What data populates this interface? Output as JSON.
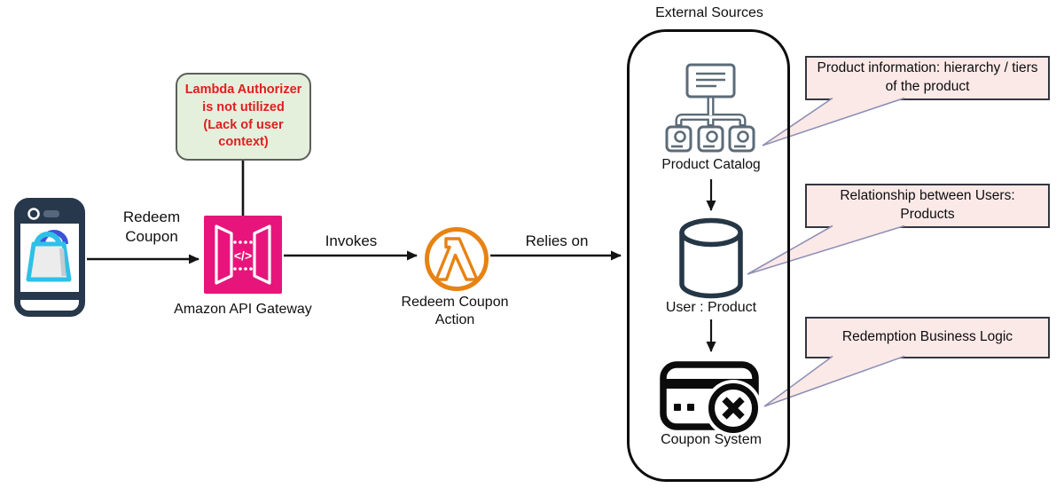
{
  "diagram": {
    "note": {
      "text": "Lambda Authorizer is not utilized (Lack of user context)"
    },
    "nodes": {
      "mobile_app": {
        "icon": "mobile-shopping-app-icon",
        "label": ""
      },
      "api_gateway": {
        "icon": "api-gateway-icon",
        "label": "Amazon API Gateway",
        "color": "#E7157B"
      },
      "lambda": {
        "icon": "lambda-icon",
        "label": "Redeem Coupon Action",
        "color": "#E88212"
      }
    },
    "edges": [
      {
        "label": "Redeem Coupon"
      },
      {
        "label": "Invokes"
      },
      {
        "label": "Relies on"
      }
    ],
    "container": {
      "title": "External Sources",
      "items": [
        {
          "icon": "product-catalog-icon",
          "label": "Product Catalog"
        },
        {
          "icon": "database-icon",
          "label": "User : Product"
        },
        {
          "icon": "coupon-system-icon",
          "label": "Coupon System"
        }
      ]
    },
    "callouts": [
      {
        "text": "Product information: hierarchy / tiers of the product"
      },
      {
        "text": "Relationship between Users: Products"
      },
      {
        "text": "Redemption Business Logic"
      }
    ],
    "colors": {
      "gateway_pink": "#E7157B",
      "lambda_orange": "#E88212",
      "note_fill": "#E4F0DC",
      "note_text": "#E01E1E",
      "callout_fill": "#FBE9E8",
      "callout_border": "#34363F",
      "callout_tail_stroke": "#8E90B4",
      "phone_navy": "#27384C",
      "bag_cyan": "#2FC0E8",
      "bag_blue": "#3D52D6",
      "catalog_gray": "#5B6B78",
      "database_navy": "#253746",
      "line_black": "#141414"
    }
  }
}
